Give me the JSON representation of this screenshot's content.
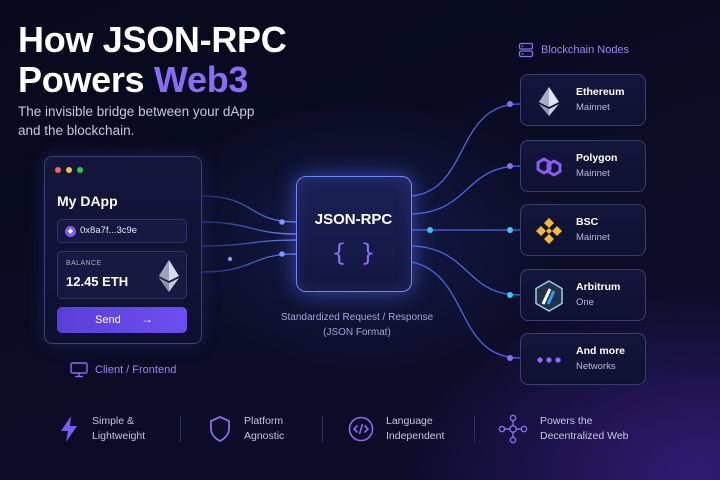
{
  "header": {
    "title_line1": "How JSON-RPC",
    "title_line2_prefix": "Powers ",
    "title_line2_accent": "Web3",
    "subtitle": "The invisible bridge between your dApp and the blockchain."
  },
  "dapp": {
    "title": "My DApp",
    "address": "0x8a7f...3c9e",
    "balance_label": "BALANCE",
    "balance_value": "12.45 ETH",
    "send_label": "Send",
    "send_arrow": "→",
    "caption": "Client / Frontend"
  },
  "center": {
    "title": "JSON-RPC",
    "braces": "{ }",
    "caption_line1": "Standardized Request / Response",
    "caption_line2": "(JSON Format)"
  },
  "nodes": {
    "heading": "Blockchain Nodes",
    "items": [
      {
        "name": "Ethereum",
        "sub": "Mainnet",
        "icon": "ethereum-icon"
      },
      {
        "name": "Polygon",
        "sub": "Mainnet",
        "icon": "polygon-icon"
      },
      {
        "name": "BSC",
        "sub": "Mainnet",
        "icon": "bnb-icon"
      },
      {
        "name": "Arbitrum",
        "sub": "One",
        "icon": "arbitrum-icon"
      },
      {
        "name": "And more",
        "sub": "Networks",
        "icon": "more-dots-icon"
      }
    ]
  },
  "features": [
    {
      "line1": "Simple &",
      "line2": "Lightweight",
      "icon": "lightning-icon"
    },
    {
      "line1": "Platform",
      "line2": "Agnostic",
      "icon": "shield-icon"
    },
    {
      "line1": "Language",
      "line2": "Independent",
      "icon": "code-icon"
    },
    {
      "line1": "Powers the",
      "line2": "Decentralized Web",
      "icon": "network-icon"
    }
  ],
  "colors": {
    "accent": "#8c6cf6",
    "rpc_border": "#6f86ff",
    "send_button": "#6d4ff0",
    "wire_left": "#5a6cf0",
    "wire_right": "#4f7dff",
    "cyan_dot": "#39c6ff",
    "dot_red": "#ff5f57",
    "dot_yellow": "#febc2e",
    "dot_green": "#28c840"
  }
}
